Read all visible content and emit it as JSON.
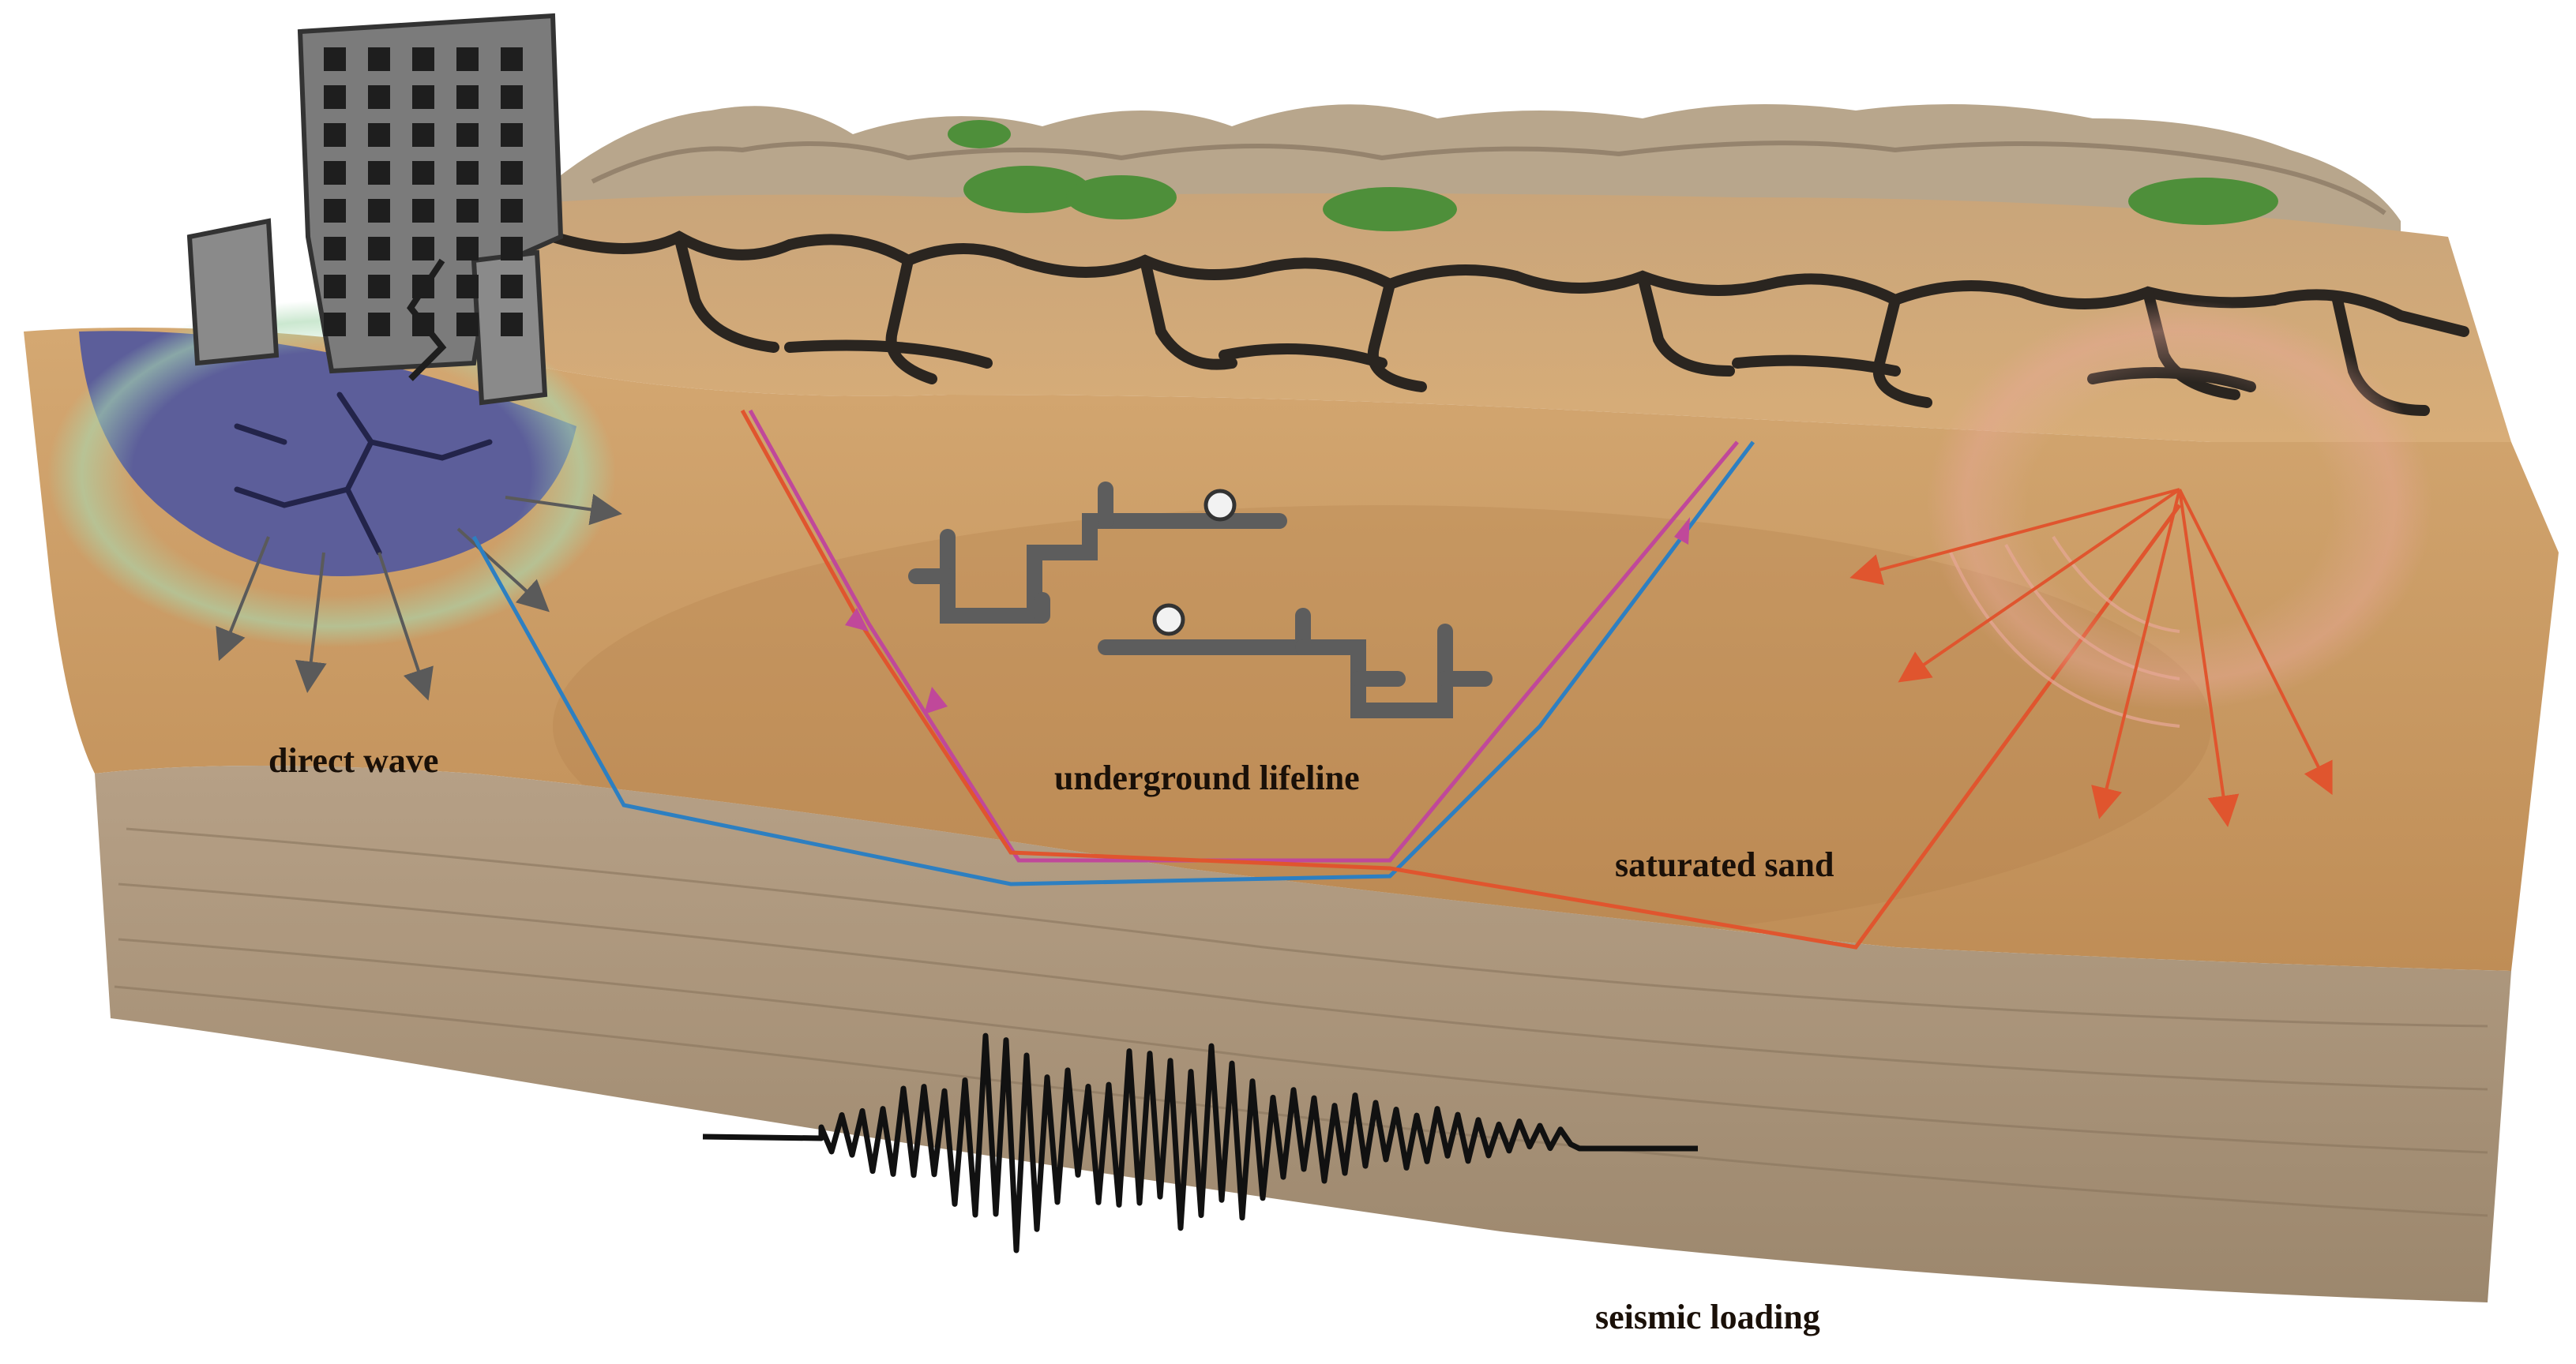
{
  "labels": {
    "direct_wave": "direct wave",
    "underground_lifeline": "underground lifeline",
    "saturated_sand": "saturated sand",
    "seismic_loading": "seismic loading"
  },
  "colors": {
    "sand": "#c99a64",
    "sand_dark": "#b07d48",
    "rock": "#a99379",
    "crack": "#2a2520",
    "foundation": "#5c5e9a",
    "path_blue": "#2d7fc1",
    "path_magenta": "#c0489a",
    "path_orange": "#e0552e",
    "arrow_grey": "#5a5a5a",
    "grass": "#4e8f3a",
    "building": "#707070"
  },
  "icons": {
    "building": "cracked-building-icon",
    "pipeline": "pipeline-icon",
    "gauge": "pressure-gauge-icon",
    "waveform": "seismic-waveform-icon"
  }
}
